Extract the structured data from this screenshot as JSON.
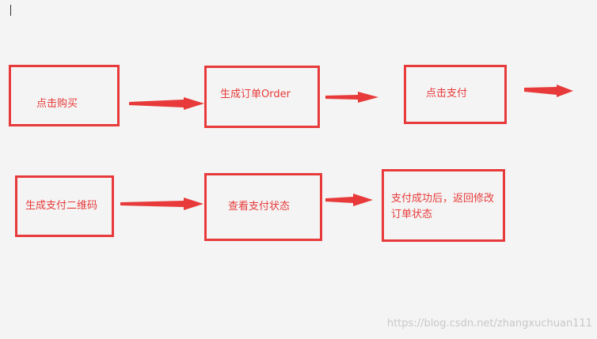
{
  "flow": {
    "step1": "点击购买",
    "step2": "生成订单Order",
    "step3": "点击支付",
    "step4": "生成支付二维码",
    "step5": "查看支付状态",
    "step6": "支付成功后，返回修改订单状态"
  },
  "colors": {
    "accent": "#e83a3a",
    "background": "#f4f4f4"
  },
  "watermark": "https://blog.csdn.net/zhangxuchuan111"
}
